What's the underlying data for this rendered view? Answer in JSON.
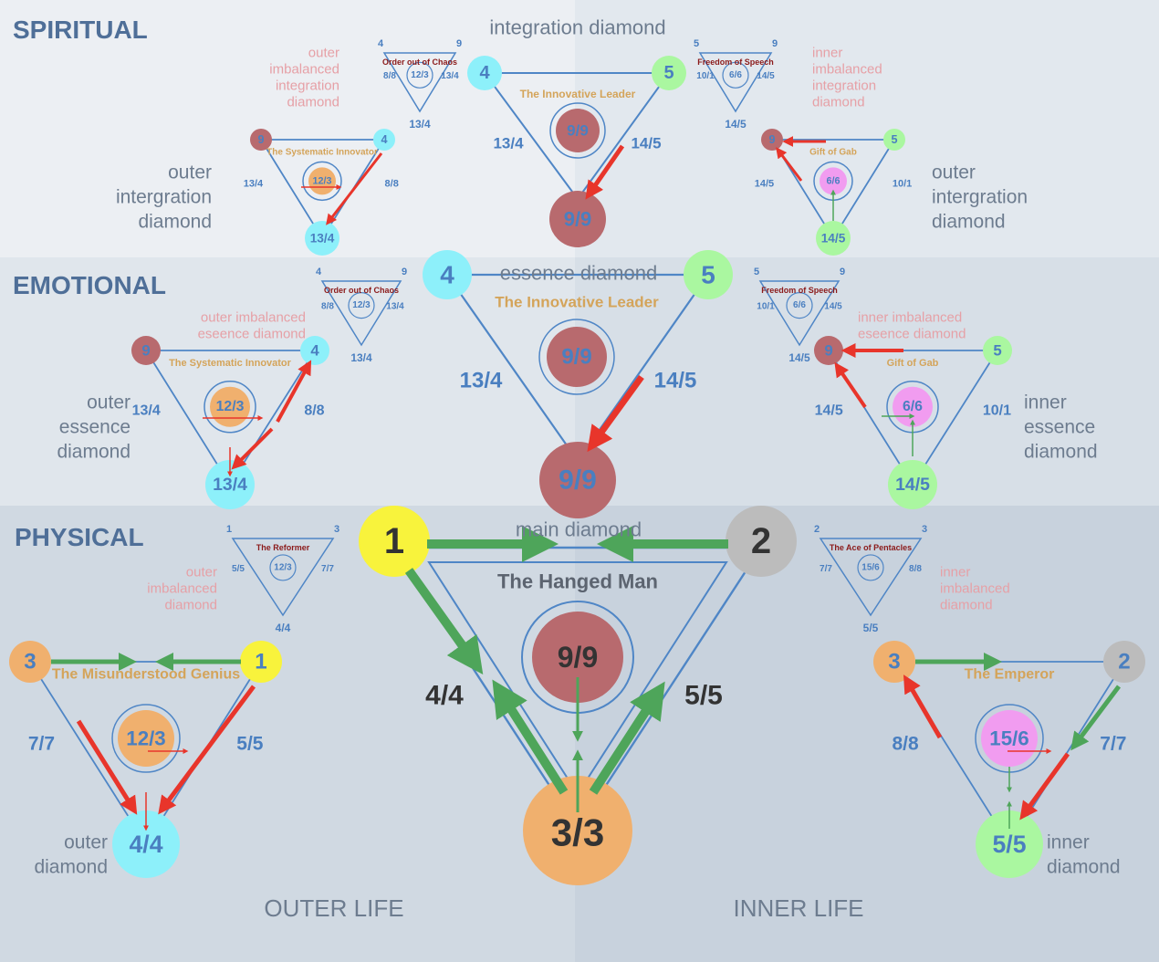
{
  "bands": {
    "spiritual": "SPIRITUAL",
    "emotional": "EMOTIONAL",
    "physical": "PHYSICAL"
  },
  "columns": {
    "outer_life": "OUTER LIFE",
    "inner_life": "INNER LIFE"
  },
  "colors": {
    "yellow": "#f8f33c",
    "gray": "#bcbcbc",
    "orange": "#f0b06e",
    "cyan": "#8df0fa",
    "green": "#aaf7a0",
    "magenta": "#f19cf0",
    "maroon": "#b86a6e",
    "line": "#4f86c6",
    "arrow_green": "#4ea55a",
    "arrow_red": "#e8352b"
  },
  "spiritual": {
    "title": "integration diamond",
    "center": {
      "name": "The Innovative Leader",
      "left_node": "4",
      "right_node": "5",
      "core": "9/9",
      "bottom": "9/9",
      "left_side": "13/4",
      "right_side": "14/5"
    },
    "outer_imb_label": [
      "outer",
      "imbalanced",
      "integration",
      "diamond"
    ],
    "inner_imb_label": [
      "inner",
      "imbalanced",
      "integration",
      "diamond"
    ],
    "outer_imb": {
      "name": "Order out of Chaos",
      "left": "4",
      "right": "9",
      "core": "12/3",
      "ls": "8/8",
      "rs": "13/4",
      "bottom": "13/4"
    },
    "inner_imb": {
      "name": "Freedom of Speech",
      "left": "5",
      "right": "9",
      "core": "6/6",
      "ls": "10/1",
      "rs": "14/5",
      "bottom": "14/5"
    },
    "outer": {
      "name": "The Systematic Innovator",
      "left": "9",
      "right": "4",
      "core": "12/3",
      "ls": "13/4",
      "rs": "8/8",
      "bottom": "13/4",
      "label": [
        "outer",
        "intergration",
        "diamond"
      ]
    },
    "inner": {
      "name": "Gift of Gab",
      "left": "9",
      "right": "5",
      "core": "6/6",
      "ls": "14/5",
      "rs": "10/1",
      "bottom": "14/5",
      "label": [
        "outer",
        "intergration",
        "diamond"
      ]
    }
  },
  "emotional": {
    "title": "essence diamond",
    "center": {
      "name": "The Innovative Leader",
      "left_node": "4",
      "right_node": "5",
      "core": "9/9",
      "bottom": "9/9",
      "left_side": "13/4",
      "right_side": "14/5"
    },
    "outer_imb_label": [
      "outer imbalanced",
      "eseence diamond"
    ],
    "inner_imb_label": [
      "inner imbalanced",
      "eseence diamond"
    ],
    "outer_imb": {
      "name": "Order out of Chaos",
      "left": "4",
      "right": "9",
      "core": "12/3",
      "ls": "8/8",
      "rs": "13/4",
      "bottom": "13/4"
    },
    "inner_imb": {
      "name": "Freedom of Speech",
      "left": "5",
      "right": "9",
      "core": "6/6",
      "ls": "10/1",
      "rs": "14/5",
      "bottom": "14/5"
    },
    "outer": {
      "name": "The Systematic Innovator",
      "left": "9",
      "right": "4",
      "core": "12/3",
      "ls": "13/4",
      "rs": "8/8",
      "bottom": "13/4",
      "label": [
        "outer",
        "essence",
        "diamond"
      ]
    },
    "inner": {
      "name": "Gift of Gab",
      "left": "9",
      "right": "5",
      "core": "6/6",
      "ls": "14/5",
      "rs": "10/1",
      "bottom": "14/5",
      "label": [
        "inner",
        "essence",
        "diamond"
      ]
    }
  },
  "physical": {
    "title": "main diamond",
    "center": {
      "name": "The Hanged Man",
      "left_node": "1",
      "right_node": "2",
      "core": "9/9",
      "bottom": "3/3",
      "left_side": "4/4",
      "right_side": "5/5"
    },
    "outer_imb_label": [
      "outer",
      "imbalanced",
      "diamond"
    ],
    "inner_imb_label": [
      "inner",
      "imbalanced",
      "diamond"
    ],
    "outer_imb": {
      "name": "The Reformer",
      "left": "1",
      "right": "3",
      "core": "12/3",
      "ls": "5/5",
      "rs": "7/7",
      "bottom": "4/4"
    },
    "inner_imb": {
      "name": "The Ace of Pentacles",
      "left": "2",
      "right": "3",
      "core": "15/6",
      "ls": "7/7",
      "rs": "8/8",
      "bottom": "5/5"
    },
    "outer": {
      "name": "The Misunderstood Genius",
      "left": "3",
      "right": "1",
      "core": "12/3",
      "ls": "7/7",
      "rs": "5/5",
      "bottom": "4/4",
      "label": [
        "outer",
        "diamond"
      ]
    },
    "inner": {
      "name": "The Emperor",
      "left": "3",
      "right": "2",
      "core": "15/6",
      "ls": "8/8",
      "rs": "7/7",
      "bottom": "5/5",
      "label": [
        "inner",
        "diamond"
      ]
    }
  }
}
